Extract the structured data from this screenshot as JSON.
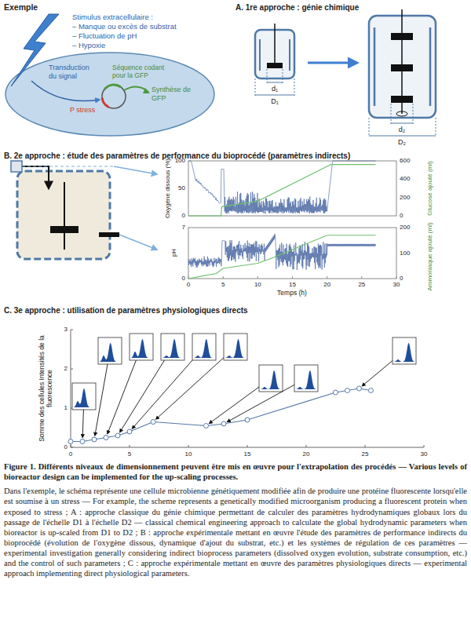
{
  "diagram": {
    "caption": "Figure 1. Différents niveaux de dimensionnement peuvent être mis en œuvre pour l'extrapolation des procédés — Various levels of bioreactor design can be implemented for the up-scaling processes.",
    "nodes": [
      {
        "text": [
          "Transduction du signal",
          "Séquence codant pour la GFP",
          "Synthèse de GFP",
          "P stress"
        ]
      }
    ],
    "labels": [
      "Exemple",
      "Stimulus extracellulaire :",
      "– Manque ou excès de substrat",
      "– Fluctuation de pH",
      "– Hypoxie",
      "A. 1re approche : génie chimique",
      "d₁",
      "D₁",
      "d₂",
      "D₂",
      "B. 2e approche : étude des paramètres de performance du bioprocédé (paramètres indirects)",
      "Oxygène dissous (%)",
      "Glucose ajouté (ml)",
      "pH",
      "Ammoniaque ajouté (ml)",
      "Temps (h)",
      "100",
      "50",
      "0",
      "600",
      "400",
      "200",
      "0",
      "7",
      "0",
      "200",
      "100",
      "0",
      "0",
      "5",
      "10",
      "15",
      "20",
      "25",
      "30",
      "C. 3e approche : utilisation de paramètres physiologiques directs",
      "Somme des cellules Intensités de la fluorescence",
      "3",
      "2",
      "1",
      "0",
      "0",
      "5",
      "10",
      "15",
      "20",
      "25",
      "30",
      "Dans l'exemple, le schéma représente une cellule microbienne génétiquement modifiée afin de produire une protéine fluorescente lorsqu'elle est soumise à un stress — For example, the scheme represents a genetically modified microorganism producing a fluorescent protein when exposed to stress ; A : approche classique du génie chimique permettant de calculer des paramètres hydrodynamiques globaux lors du passage de l'échelle D1 à l'échelle D2 — classical chemical engineering approach to calculate the global hydrodynamic parameters when bioreactor is up-scaled from D1 to D2 ; B : approche expérimentale mettant en œuvre l'étude des paramètres de performance indirects du bioprocédé (évolution de l'oxygène dissous, dynamique d'ajout du substrat, etc.) et les systèmes de régulation de ces paramètres — experimental investigation generally considering indirect bioprocess parameters (dissolved oxygen evolution, substrate consumption, etc.) and the control of such parameters ; C : approche expérimentale mettant en œuvre des paramètres physiologiques directs — experimental approach implementing direct physiological parameters."
    ]
  }
}
